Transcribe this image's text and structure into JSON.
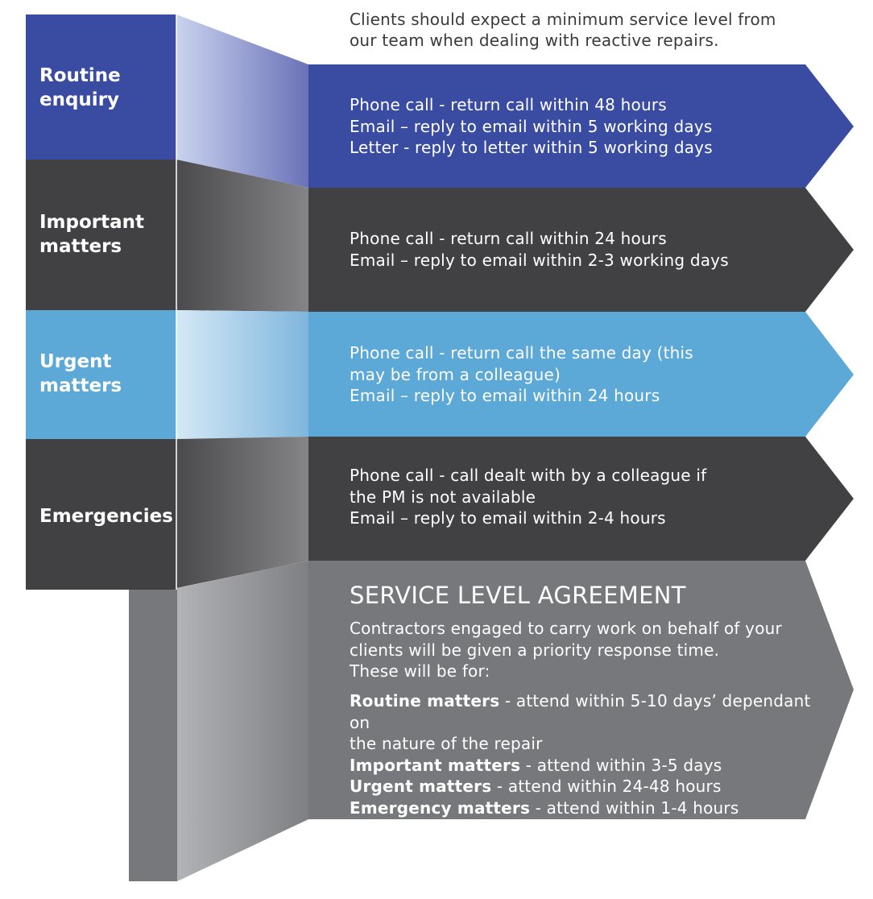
{
  "intro": [
    "Clients should expect a minimum service level from",
    "our team when dealing with reactive repairs."
  ],
  "colors": {
    "routine": "#3a4ba2",
    "important": "#414143",
    "urgent": "#5ca8d6",
    "emergency": "#414143",
    "sla": "#77787c"
  },
  "tiers": [
    {
      "label": [
        "Routine",
        "enquiry"
      ],
      "details": [
        "Phone call - return call within 48 hours",
        "Email – reply to email within 5 working days",
        "Letter - reply to letter within 5 working days"
      ]
    },
    {
      "label": [
        "Important",
        "matters"
      ],
      "details": [
        "Phone call - return call within 24 hours",
        "Email – reply to email within 2-3 working days"
      ]
    },
    {
      "label": [
        "Urgent",
        "matters"
      ],
      "details": [
        "Phone call - return call the same day (this",
        "may be from a colleague)",
        "Email – reply to email within 24 hours"
      ]
    },
    {
      "label": [
        "Emergencies"
      ],
      "details": [
        "Phone call - call dealt with by a colleague if",
        "the PM is not available",
        "Email – reply to email within 2-4 hours"
      ]
    }
  ],
  "sla": {
    "title": "SERVICE LEVEL AGREEMENT",
    "body": [
      "Contractors engaged to carry work on behalf of your",
      "clients will be given a priority response time.",
      "These will be for:"
    ],
    "items": [
      {
        "term": "Routine matters",
        "text": " - attend within 5-10 days’ dependant on"
      },
      {
        "term": "",
        "text": "the nature of the repair"
      },
      {
        "term": "Important matters",
        "text": " - attend within 3-5 days"
      },
      {
        "term": "Urgent matters",
        "text": " - attend within 24-48 hours"
      },
      {
        "term": "Emergency matters",
        "text": " - attend within 1-4 hours"
      }
    ]
  }
}
